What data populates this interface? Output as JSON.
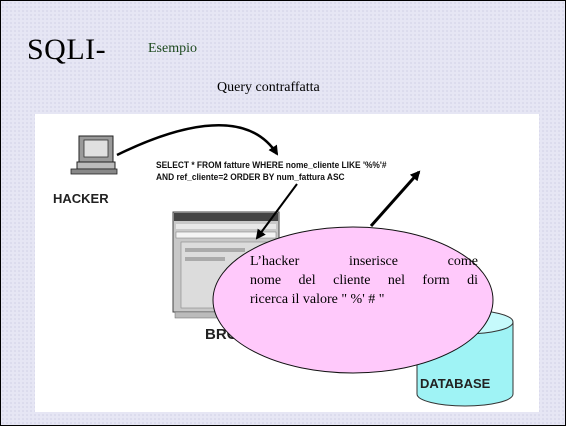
{
  "slide": {
    "title": "SQLI-",
    "title_suffix": "Esempio",
    "subtitle": "Query contraffatta"
  },
  "diagram": {
    "hacker_label": "HACKER",
    "browser_label": "BROWSER",
    "database_label": "DATABASE",
    "query_line1": "SELECT * FROM fatture WHERE nome_cliente LIKE '%%'#",
    "query_line2": "AND ref_cliente=2 ORDER BY num_fattura ASC"
  },
  "callout": {
    "line1": "L’hacker inserisce come",
    "line2": "nome del cliente nel form di",
    "line3": "ricerca il valore \" %' # \""
  },
  "colors": {
    "callout_fill": "#ffc9fb",
    "database_fill": "#9ff3f5",
    "background": "#e6e6f4"
  }
}
